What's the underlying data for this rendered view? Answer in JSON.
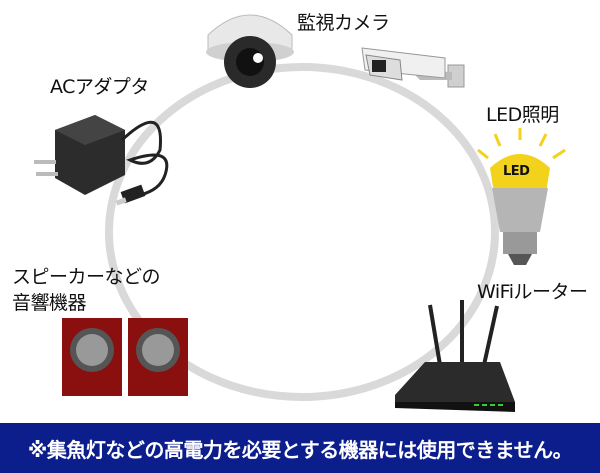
{
  "labels": {
    "camera": "監視カメラ",
    "adapter": "ACアダプタ",
    "led": "LED照明",
    "led_bulb_text": "LED",
    "speaker_line1": "スピーカーなどの",
    "speaker_line2": "音響機器",
    "router": "WiFiルーター"
  },
  "banner": {
    "text": "※集魚灯などの高電力を必要とする機器には使用できません。"
  },
  "colors": {
    "banner_bg": "#0c1d8c",
    "ring": "#d9d9d9",
    "speaker": "#8a1010",
    "led_glow": "#f2d21a"
  }
}
